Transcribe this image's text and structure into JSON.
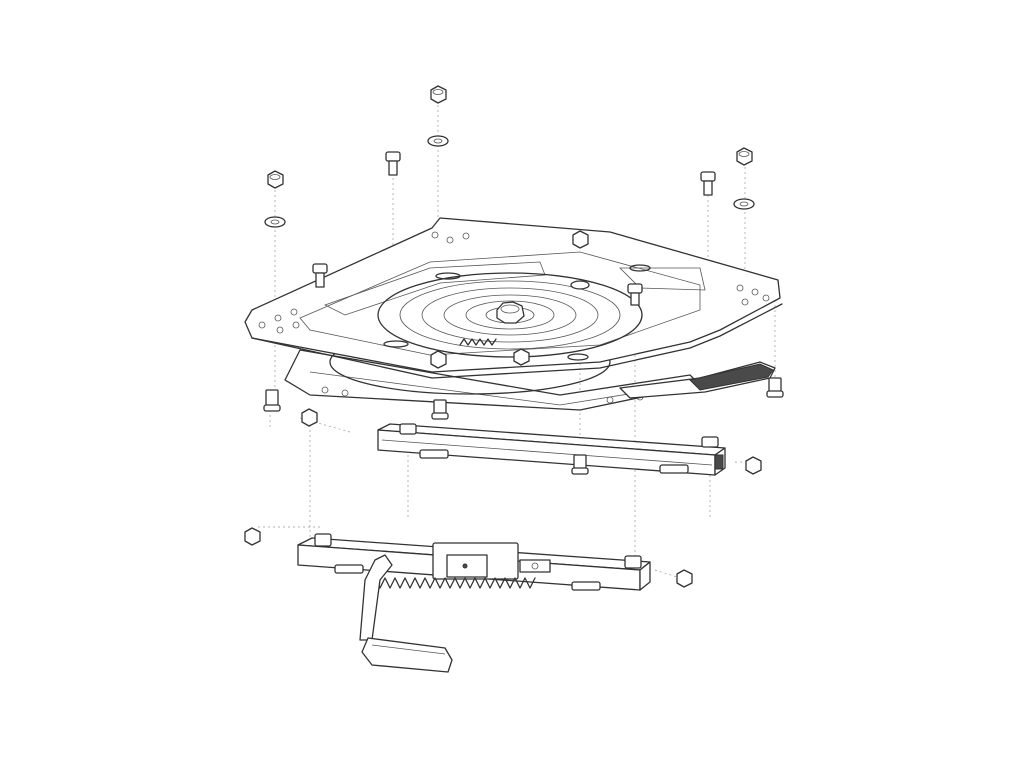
{
  "diagram": {
    "line_color": "#333333",
    "leader_color": "#999999",
    "background": "#ffffff"
  },
  "parts": [
    {
      "name": "top-nut",
      "icon": "hex-nut-icon"
    },
    {
      "name": "washer",
      "icon": "washer-icon"
    },
    {
      "name": "bolt",
      "icon": "bolt-icon"
    },
    {
      "name": "top-mounting-plate",
      "icon": "square-plate-icon"
    },
    {
      "name": "swivel-bearing",
      "icon": "bearing-icon"
    },
    {
      "name": "release-lever",
      "icon": "lever-icon"
    },
    {
      "name": "upper-slide-rail",
      "icon": "rail-icon"
    },
    {
      "name": "lower-slide-rail",
      "icon": "rail-icon"
    },
    {
      "name": "adjustment-handle",
      "icon": "handle-icon"
    }
  ]
}
